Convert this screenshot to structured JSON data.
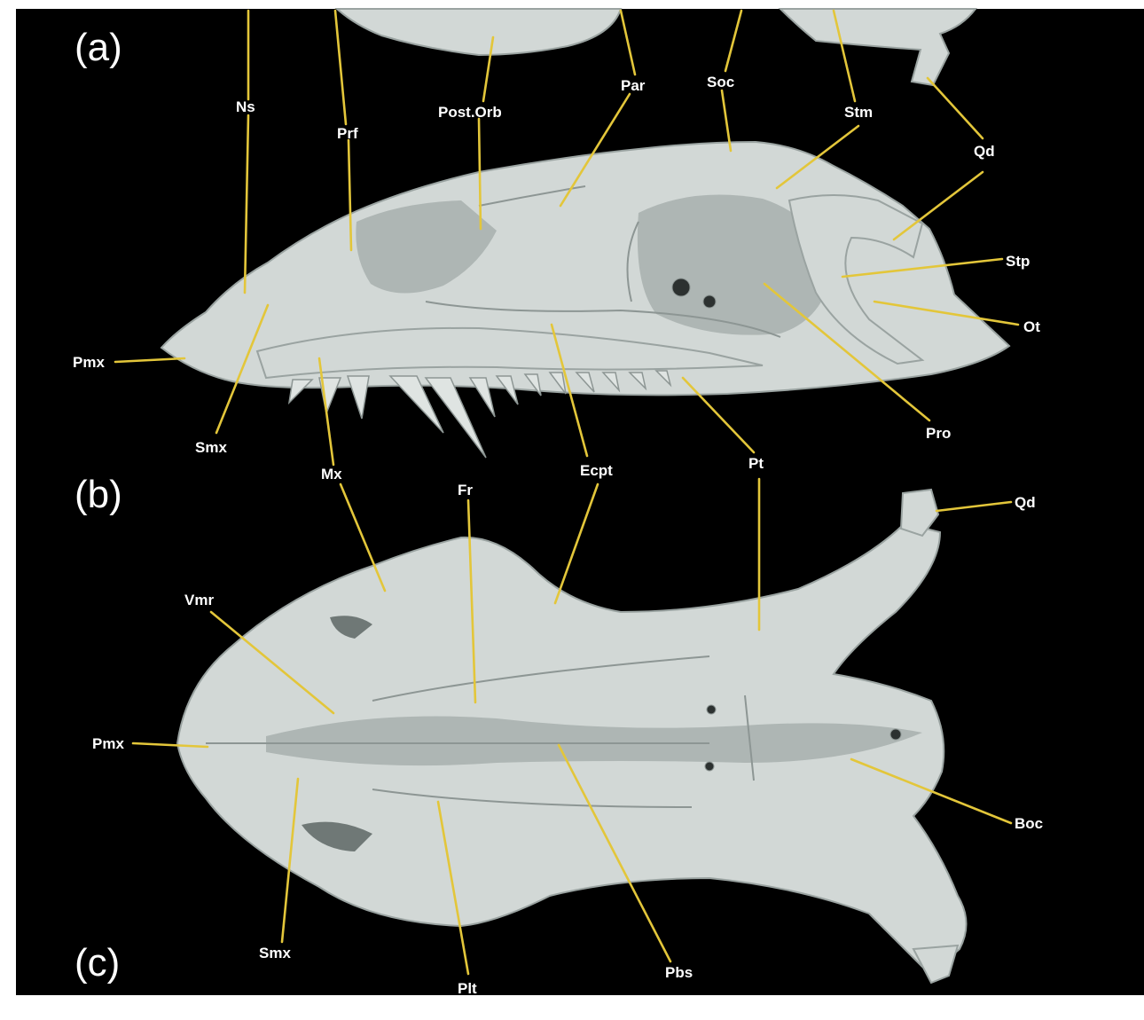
{
  "panels": {
    "a": "(a)",
    "b": "(b)",
    "c": "(c)"
  },
  "labels": {
    "ns": "Ns",
    "prf": "Prf",
    "post_orb": "Post.Orb",
    "par": "Par",
    "soc": "Soc",
    "stm": "Stm",
    "qd_a": "Qd",
    "stp": "Stp",
    "ot": "Ot",
    "pmx_a": "Pmx",
    "smx_a": "Smx",
    "mx": "Mx",
    "ecpt": "Ecpt",
    "pt": "Pt",
    "pro": "Pro",
    "fr": "Fr",
    "qd_b": "Qd",
    "vmr": "Vmr",
    "pmx_c": "Pmx",
    "boc": "Boc",
    "smx_c": "Smx",
    "plt": "Plt",
    "pbs": "Pbs"
  },
  "colors": {
    "background": "#000000",
    "bone": "#d2d8d6",
    "leader_lines": "#e3c63a",
    "label_text": "#ffffff"
  }
}
